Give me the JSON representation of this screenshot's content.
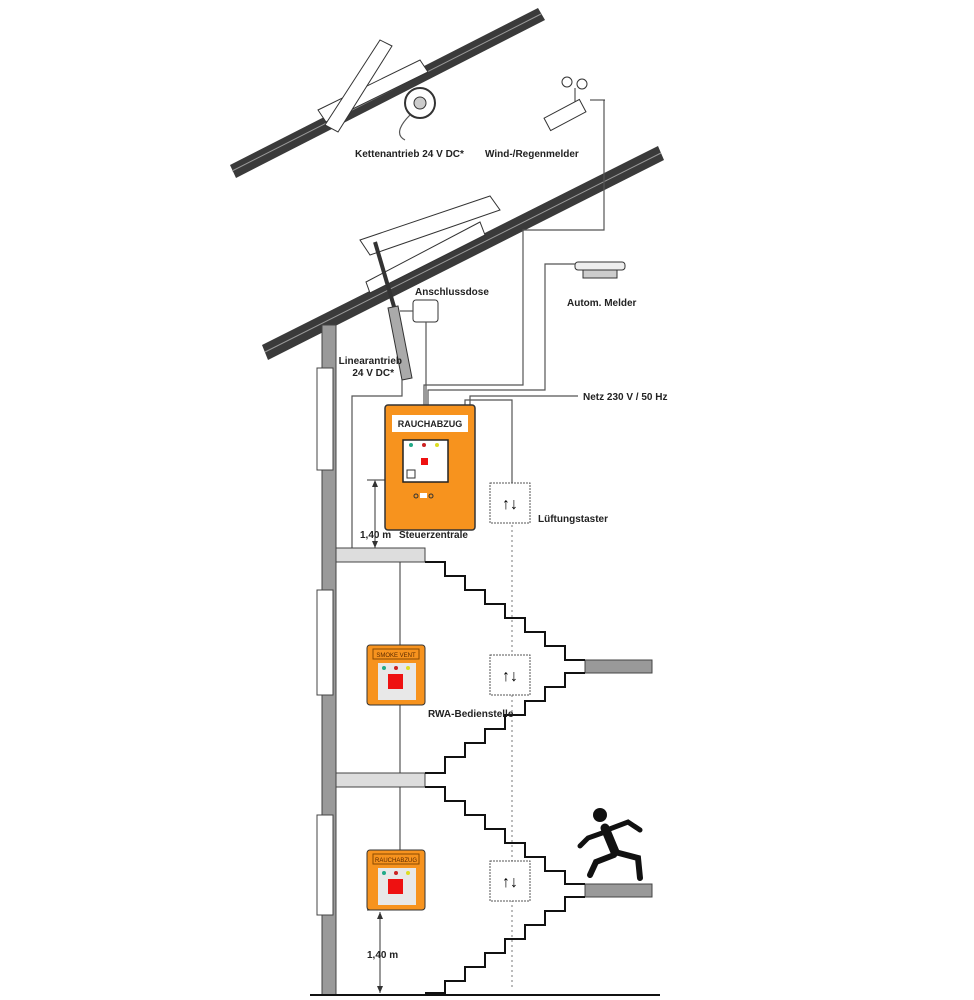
{
  "labels": {
    "chain_drive": "Kettenantrieb 24 V DC*",
    "wind_rain_sensor": "Wind-/Regenmelder",
    "junction_box": "Anschlussdose",
    "auto_detector": "Autom. Melder",
    "linear_drive_1": "Linearantrieb",
    "linear_drive_2": "24 V DC*",
    "mains": "Netz 230 V / 50 Hz",
    "control_unit": "Steuerzentrale",
    "height_1": "1,40 m",
    "vent_button": "Lüftungstaster",
    "rwa_station": "RWA-Bedienstelle",
    "height_2": "1,40 m"
  },
  "panels": {
    "control_title": "RAUCHABZUG",
    "station_1_title": "SMOKE VENT",
    "station_2_title": "RAUCHABZUG"
  },
  "colors": {
    "orange": "#f7931e",
    "roof": "#3a3a3a",
    "wall": "#9a9a9a"
  }
}
